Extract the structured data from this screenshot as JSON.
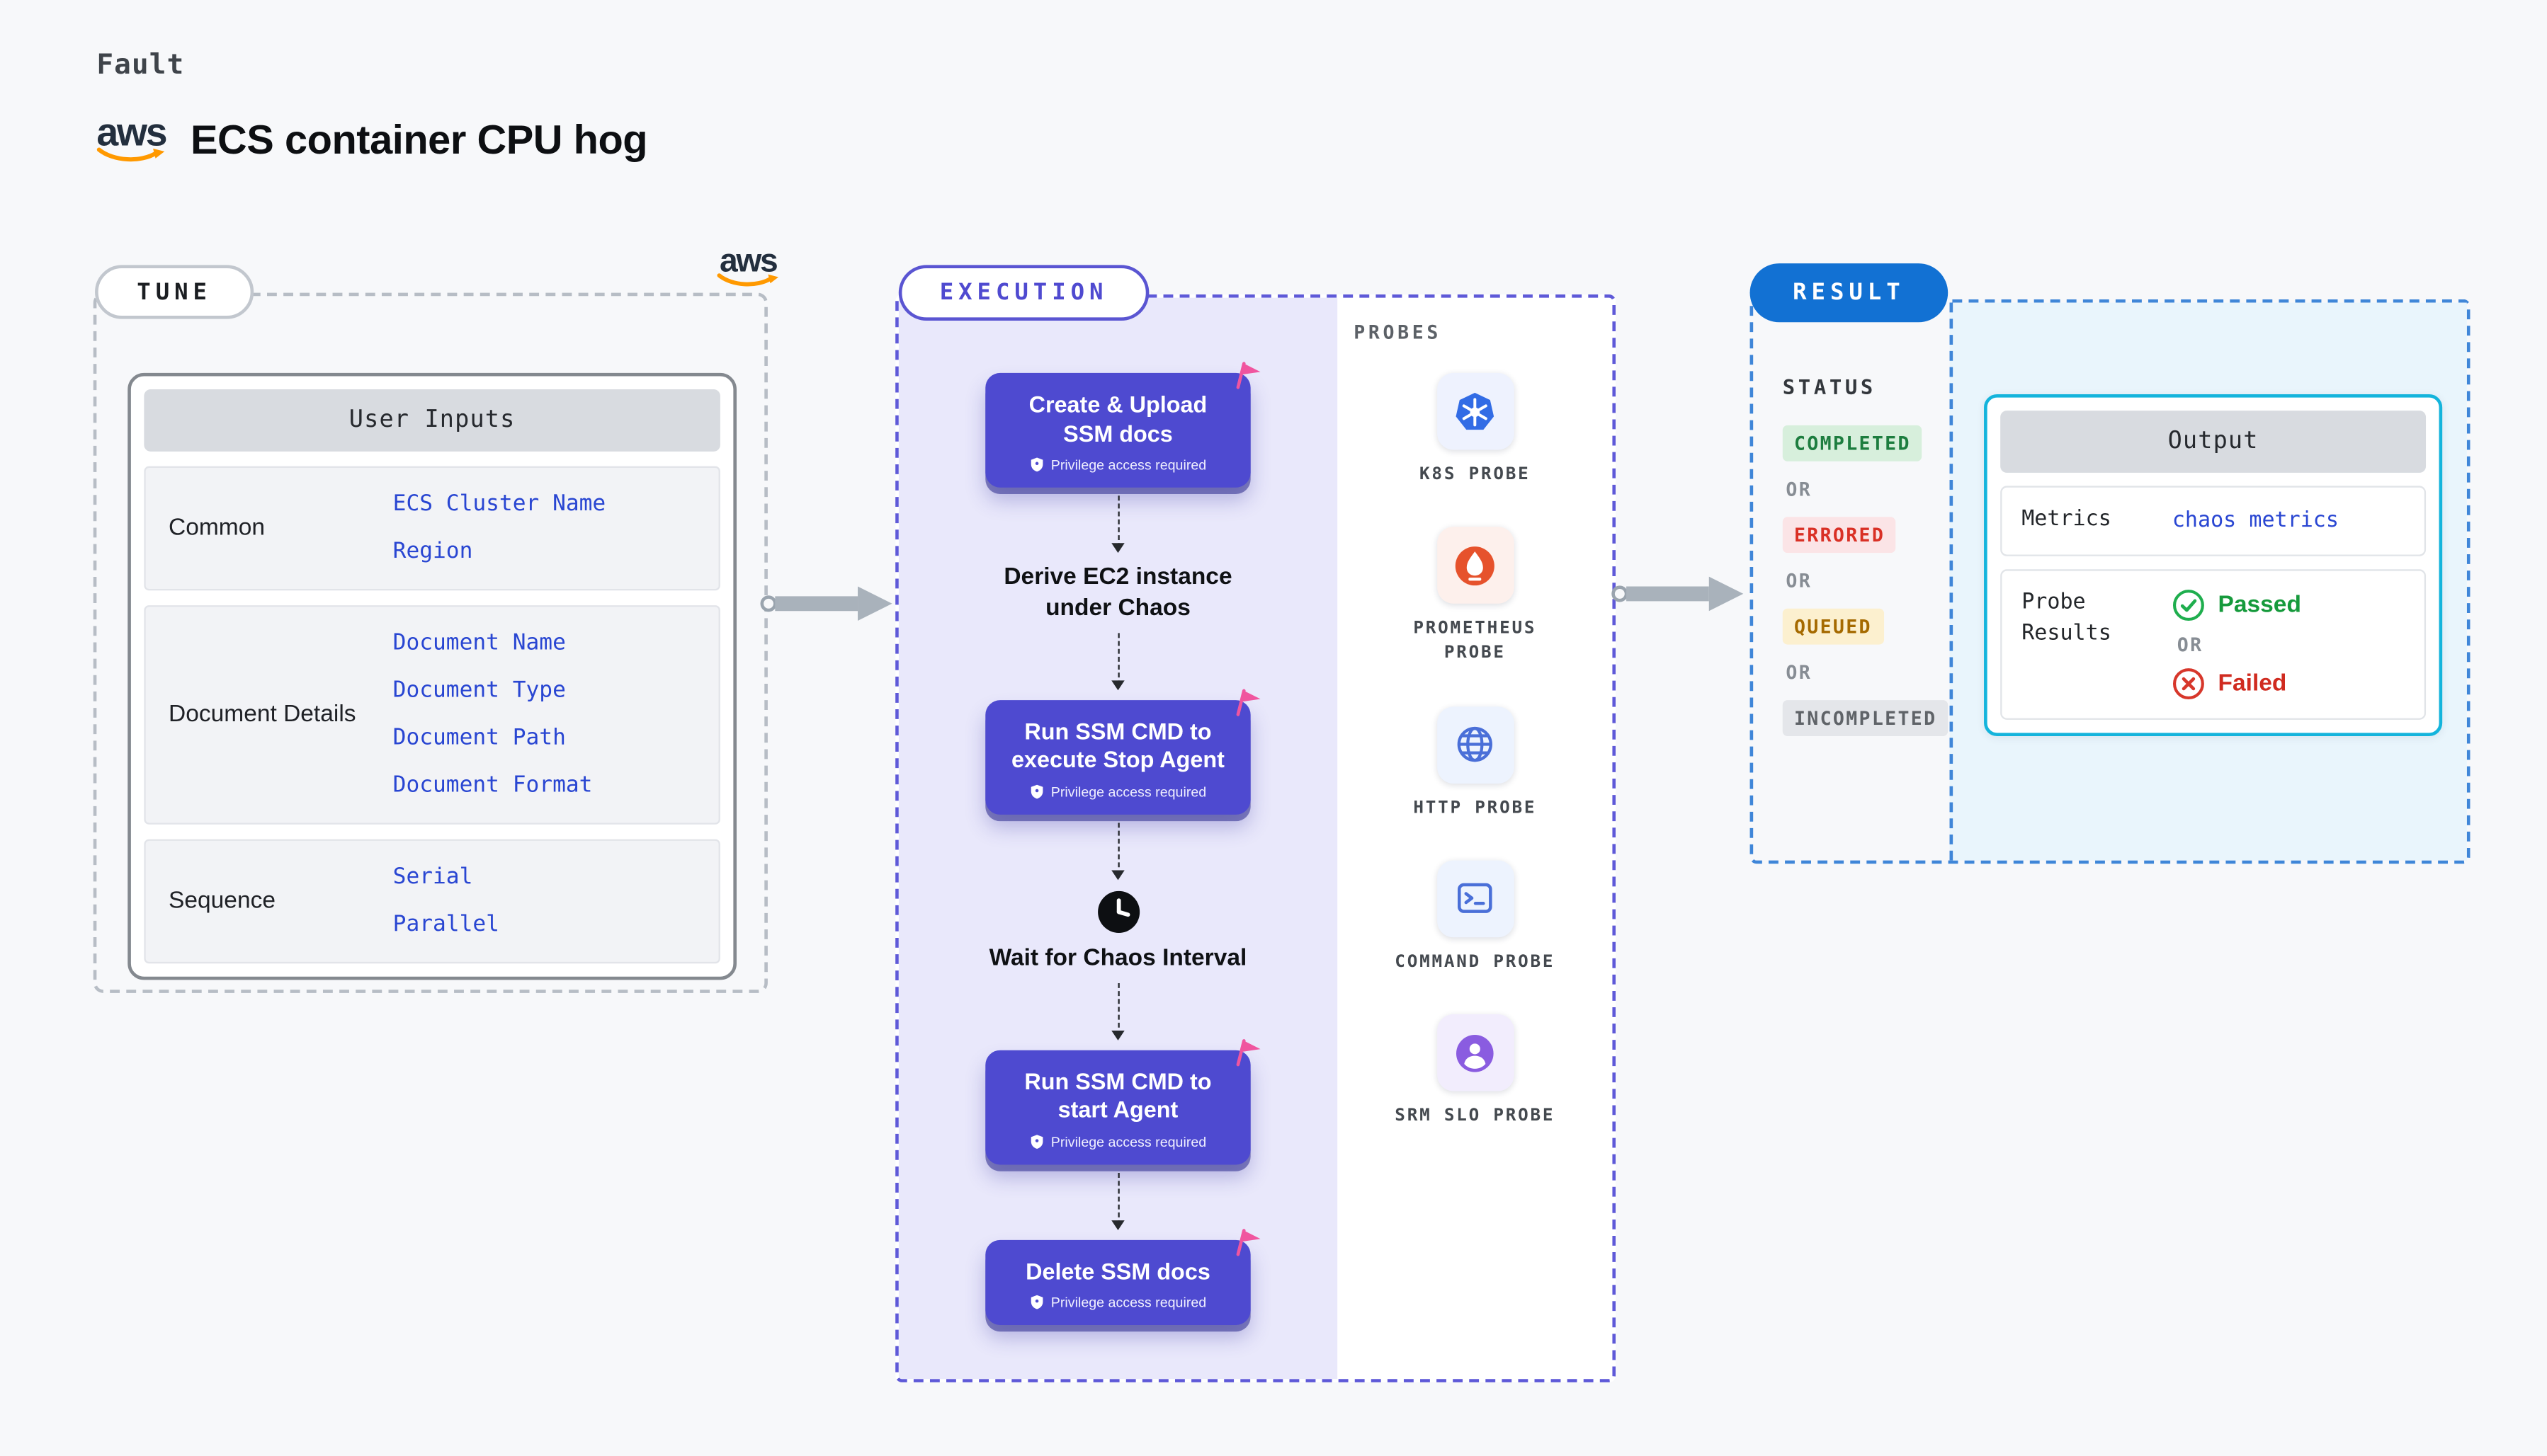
{
  "page": {
    "kicker": "Fault",
    "title": "ECS container CPU hog"
  },
  "brand": {
    "aws": "aws"
  },
  "tune": {
    "label": "TUNE",
    "card_title": "User Inputs",
    "groups": [
      {
        "label": "Common",
        "items": [
          "ECS Cluster Name",
          "Region"
        ]
      },
      {
        "label": "Document Details",
        "items": [
          "Document Name",
          "Document Type",
          "Document Path",
          "Document Format"
        ]
      },
      {
        "label": "Sequence",
        "items": [
          "Serial",
          "Parallel"
        ]
      }
    ]
  },
  "execution": {
    "label": "EXECUTION",
    "privilege_note": "Privilege access required",
    "steps": [
      {
        "type": "action",
        "label": "Create & Upload SSM docs"
      },
      {
        "type": "text",
        "label": "Derive EC2 instance under Chaos"
      },
      {
        "type": "action",
        "label": "Run SSM CMD to execute Stop Agent"
      },
      {
        "type": "wait",
        "label": "Wait for Chaos Interval"
      },
      {
        "type": "action",
        "label": "Run SSM CMD to start Agent"
      },
      {
        "type": "action",
        "label": "Delete SSM docs"
      }
    ],
    "probes": {
      "label": "PROBES",
      "items": [
        {
          "name": "K8S PROBE",
          "icon": "k8s-probe-icon"
        },
        {
          "name": "PROMETHEUS PROBE",
          "icon": "prometheus-probe-icon"
        },
        {
          "name": "HTTP PROBE",
          "icon": "http-probe-icon"
        },
        {
          "name": "COMMAND PROBE",
          "icon": "command-probe-icon"
        },
        {
          "name": "SRM SLO PROBE",
          "icon": "srm-slo-probe-icon"
        }
      ]
    }
  },
  "result": {
    "label": "RESULT",
    "status": {
      "label": "STATUS",
      "or": "OR",
      "badges": [
        {
          "label": "COMPLETED",
          "color": "green"
        },
        {
          "label": "ERRORED",
          "color": "red"
        },
        {
          "label": "QUEUED",
          "color": "yellow"
        },
        {
          "label": "INCOMPLETED",
          "color": "gray"
        }
      ]
    },
    "output": {
      "title": "Output",
      "metrics_label": "Metrics",
      "metrics_value": "chaos metrics",
      "probe_results_label": "Probe Results",
      "passed": "Passed",
      "or": "OR",
      "failed": "Failed"
    }
  },
  "colors": {
    "page_bg": "#f7f8fa",
    "accent_indigo": "#4e4ad0",
    "execution_bg": "#e9e8fb",
    "accent_pink": "#f0559f",
    "result_blue": "#1271d3",
    "output_border": "#14b4dc",
    "output_bg": "#e9f5fc",
    "link_blue": "#2946d2",
    "completed_green": "#1d7d3f",
    "errored_red": "#d93025",
    "queued_amber": "#a56a00",
    "incompleted_gray": "#5f6368",
    "aws_orange": "#ff9900"
  }
}
